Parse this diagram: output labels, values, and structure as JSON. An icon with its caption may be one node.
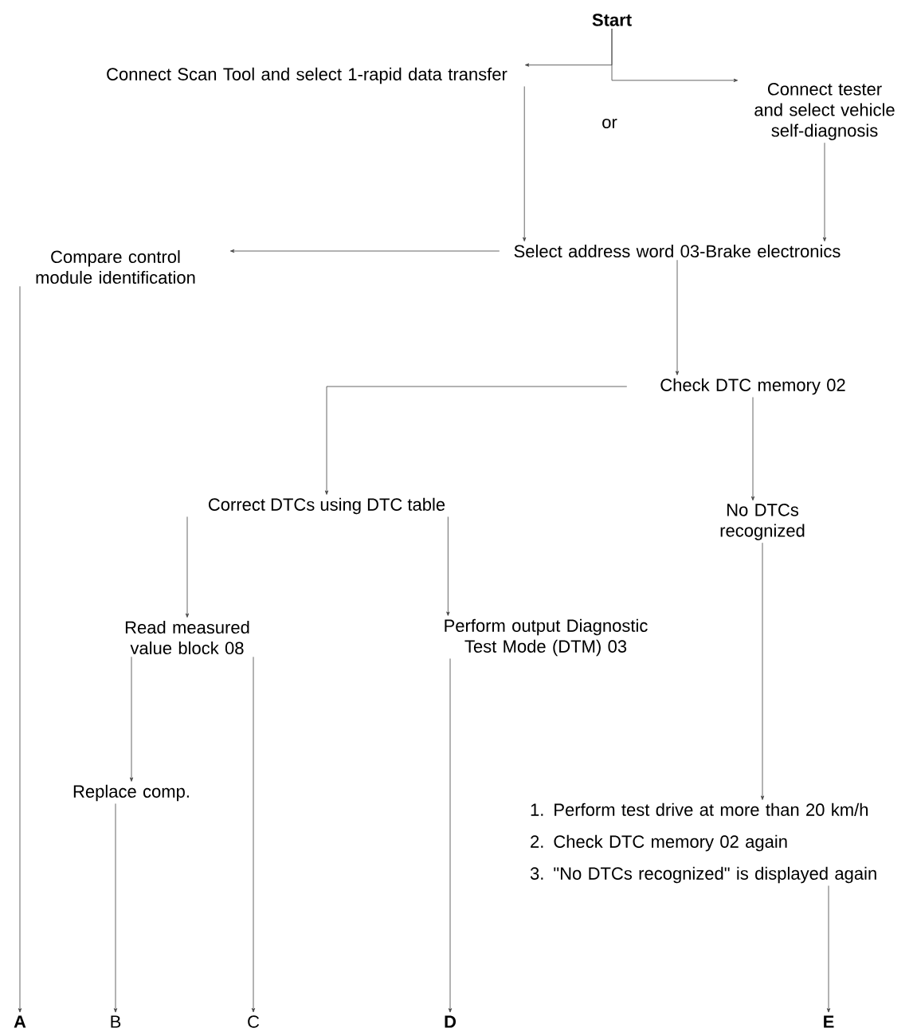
{
  "diagram": {
    "nodes": [
      {
        "text": [
          "Start"
        ]
      },
      {
        "text": [
          "Connect Scan Tool and select 1-rapid data transfer"
        ]
      },
      {
        "text": [
          "Connect tester and select vehicle self-diagnosis"
        ]
      },
      {
        "text": [
          "Select address word 03-Brake electronics"
        ]
      },
      {
        "text": [
          "Compare control module identification"
        ]
      },
      {
        "text": [
          "Check DTC memory 02"
        ]
      },
      {
        "text": [
          "Correct DTCs using DTC table"
        ]
      },
      {
        "text": [
          "No DTCs recognized"
        ]
      },
      {
        "text": [
          "Read measured value block 08"
        ]
      },
      {
        "text": [
          "Perform output Diagnostic Test Mode (DTM) 03"
        ]
      },
      {
        "text": [
          "Replace comp."
        ]
      },
      {
        "text": [
          "1. Perform test drive at more than 20 km/h",
          "2. Check DTC memory 02 again",
          "3. \"No DTCs recognized\" is displayed again"
        ]
      },
      {
        "text": [
          "A"
        ]
      },
      {
        "text": [
          "B"
        ]
      },
      {
        "text": [
          "C"
        ]
      },
      {
        "text": [
          "D"
        ]
      },
      {
        "text": [
          "E"
        ]
      }
    ],
    "edges": [
      {
        "from": 0,
        "to": 1,
        "arrow": "to"
      },
      {
        "from": 0,
        "to": 2,
        "arrow": "to"
      },
      {
        "from": 1,
        "to": 3,
        "arrow": "to"
      },
      {
        "from": 2,
        "to": 3,
        "arrow": "to"
      },
      {
        "from": 3,
        "to": 4,
        "arrow": "to"
      },
      {
        "from": 4,
        "to": 12,
        "arrow": "to"
      },
      {
        "from": 3,
        "to": 5,
        "arrow": "to"
      },
      {
        "from": 5,
        "to": 6,
        "arrow": "to"
      },
      {
        "from": 5,
        "to": 7,
        "arrow": "to"
      },
      {
        "from": 6,
        "to": 8,
        "arrow": "to"
      },
      {
        "from": 6,
        "to": 9,
        "arrow": "to"
      },
      {
        "from": 7,
        "to": 11,
        "arrow": "to"
      },
      {
        "from": 8,
        "to": 10,
        "arrow": "to"
      },
      {
        "from": 10,
        "to": 13,
        "arrow": "to"
      },
      {
        "from": 8,
        "to": 14,
        "arrow": "to"
      },
      {
        "from": 9,
        "to": 15,
        "arrow": "to"
      },
      {
        "from": 11,
        "to": 16,
        "arrow": "to"
      }
    ],
    "labels": [
      "or"
    ]
  }
}
